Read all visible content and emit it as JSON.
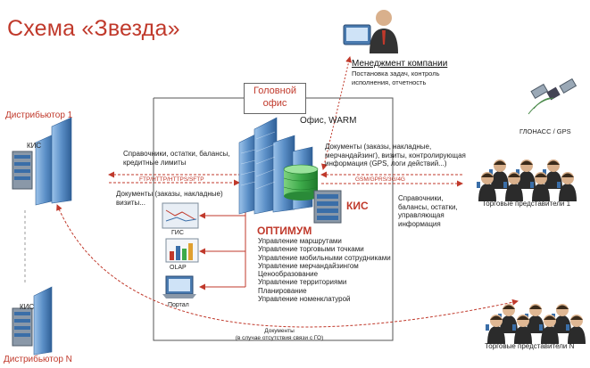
{
  "title": "Схема «Звезда»",
  "management": {
    "title": "Менеджмент компании",
    "desc": [
      "Постановка задач, контроль",
      "исполнения, отчетность"
    ]
  },
  "head_office": [
    "Головной",
    "офис"
  ],
  "office_warm": "Офис, WARM",
  "distributor_1": "Дистрибьютор 1",
  "distributor_n": "Дистрибьютор N",
  "kis": "КИС",
  "left_in": [
    "Справочники, остатки, балансы,",
    "кредитные лимиты"
  ],
  "protocols": "FTP/HTTP/HTTPS/SFTP",
  "left_out": [
    "Документы (заказы, накладные)",
    "визиты..."
  ],
  "right_in": [
    "Документы (заказы, накладные,",
    "мерчандайзинг), визиты, контролирующая",
    "информация (GPS, логи действий...)"
  ],
  "gsm": "GSM/GPRS/3G/4G",
  "right_out": [
    "Справочники,",
    "балансы, остатки,",
    "управляющая",
    "информация"
  ],
  "glonass": "ГЛОНАСС / GPS",
  "reps_1": "Торговые представители 1",
  "reps_n": "Торговые представители N",
  "modules": {
    "gis": "ГИС",
    "olap": "OLAP",
    "portal": "Портал"
  },
  "optimum": "ОПТИМУМ",
  "kis_center": "КИС",
  "functions": [
    "Управление маршрутами",
    "Управление торговыми точками",
    "Управление мобильными сотрудниками",
    "Управление мерчандайзингом",
    "Ценообразование",
    "Управление территориями",
    "Планирование",
    "Управление номенклатурой"
  ],
  "bottom_docs": [
    "Документы",
    "(в случае отсутствия связи с ГО)"
  ],
  "colors": {
    "accent": "#c0392b",
    "building": "#5b8fc7",
    "db": "#3daa4a"
  },
  "icons": [
    "manager-icon",
    "building-icon",
    "server-icon",
    "database-icon",
    "satellite-icon",
    "person-icon",
    "map-icon",
    "chart-icon",
    "laptop-icon"
  ]
}
